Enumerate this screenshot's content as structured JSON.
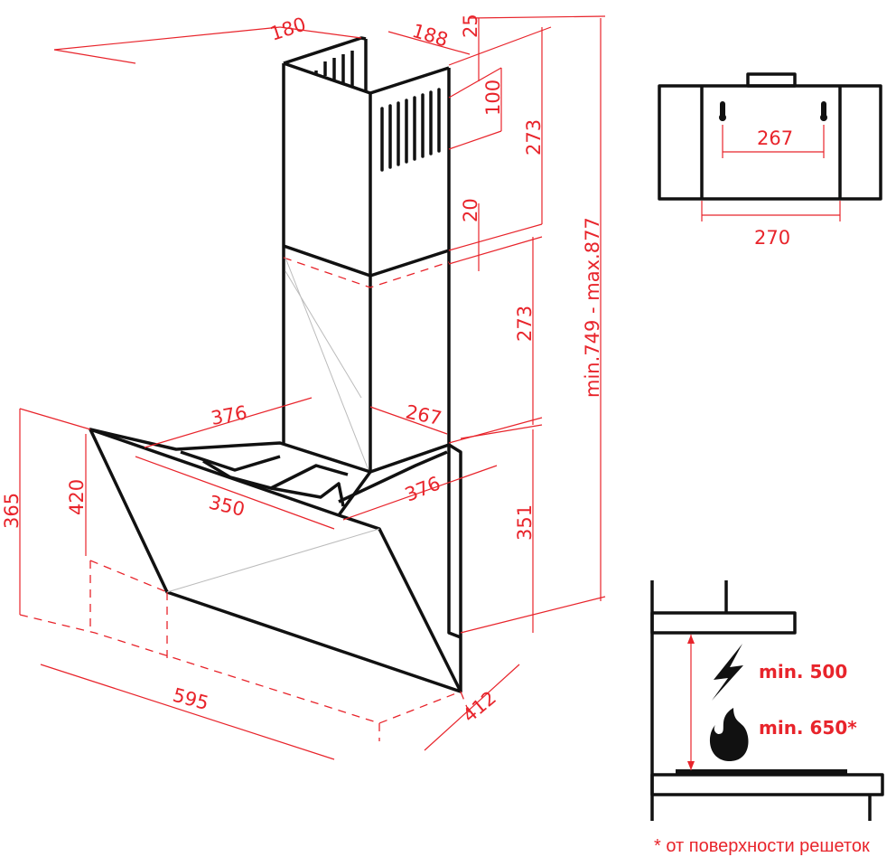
{
  "dimensions": {
    "chimney_depth": "180",
    "chimney_width": "188",
    "top_offset": "25",
    "vent_height": "100",
    "upper_chimney": "273",
    "overlap": "20",
    "lower_chimney": "273",
    "total_height": "min.749 - max.877",
    "base_width_top": "376",
    "base_depth_top": "267",
    "hood_height_outer": "365",
    "hood_height_inner": "420",
    "hood_inner_width": "350",
    "hood_side_depth": "376",
    "hood_back_height": "351",
    "hood_width": "595",
    "hood_depth": "412"
  },
  "mounting": {
    "hole_spacing": "267",
    "bracket_width": "270"
  },
  "clearance": {
    "electric": "min. 500",
    "gas": "min. 650*",
    "footnote": "* от поверхности решеток"
  },
  "icons": [
    "lightning-icon",
    "flame-icon"
  ],
  "colors": {
    "dimension": "#e8242b",
    "outline": "#111111"
  }
}
